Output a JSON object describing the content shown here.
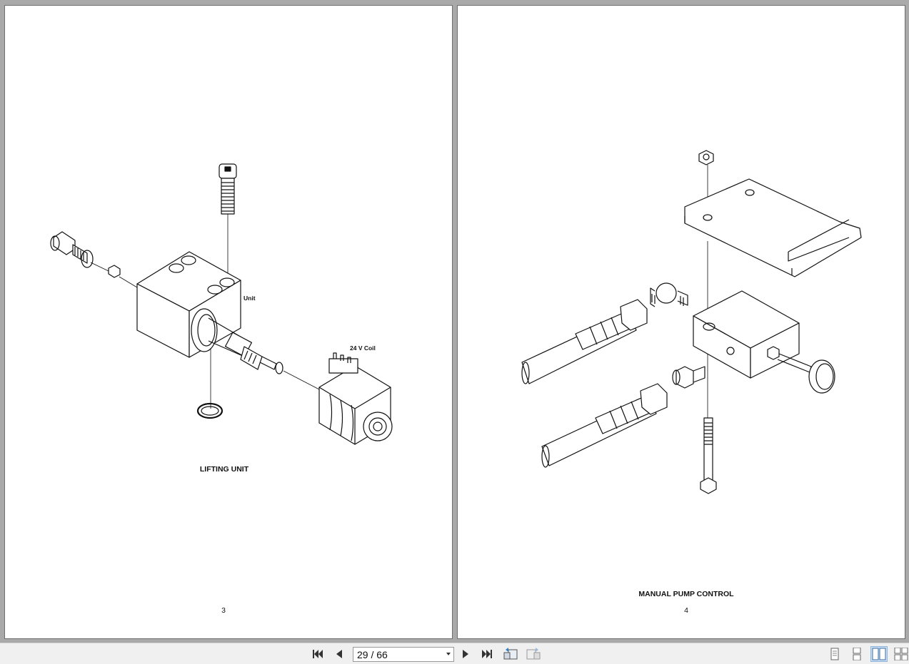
{
  "viewer": {
    "page_indicator": "29 / 66",
    "current_page": 29,
    "total_pages": 66,
    "view_mode": "two-page"
  },
  "left_page": {
    "caption": "LIFTING UNIT",
    "page_number": "3",
    "labels": {
      "unit": "Unit",
      "coil": "24 V Coil"
    }
  },
  "right_page": {
    "caption": "MANUAL PUMP CONTROL",
    "page_number": "4"
  },
  "toolbar": {
    "icons": [
      "first-page-icon",
      "previous-page-icon",
      "next-page-icon",
      "last-page-icon",
      "go-back-view-icon",
      "go-forward-view-icon",
      "single-page-view-icon",
      "continuous-view-icon",
      "two-page-view-icon",
      "two-page-continuous-view-icon"
    ]
  },
  "colors": {
    "background": "#a9a9a9",
    "toolbar": "#f0f0f0",
    "active_view": "#cde0f5"
  }
}
